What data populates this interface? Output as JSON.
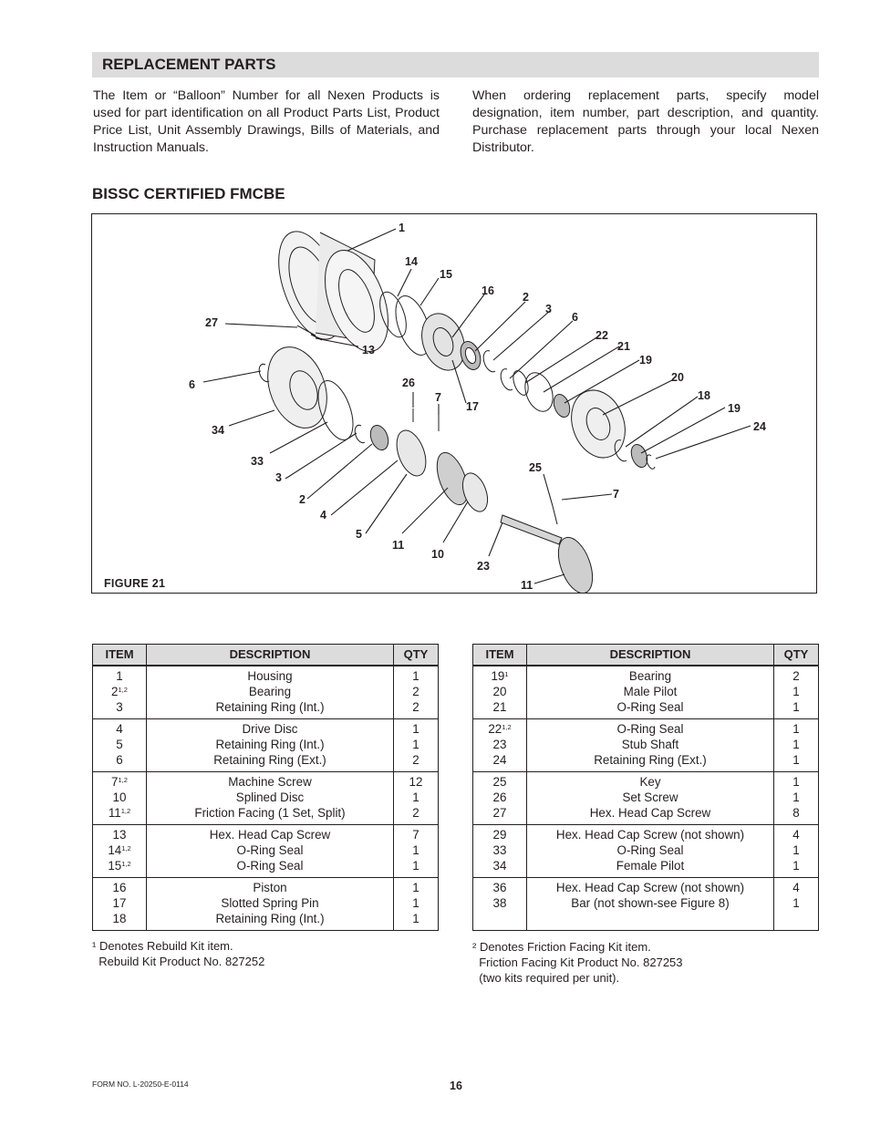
{
  "header": {
    "title": "REPLACEMENT PARTS"
  },
  "intro": {
    "left": "The Item or “Balloon” Number for all Nexen Products is used for part identification on all Product Parts List, Product Price List, Unit Assembly Drawings, Bills of Materials, and Instruction Manuals.",
    "right": "When ordering replacement parts, specify model designation, item number, part description, and quantity.  Purchase replacement parts through your local Nexen Distributor."
  },
  "figure": {
    "title": "BISSC CERTIFIED FMCBE",
    "label": "FIGURE  21",
    "callouts": [
      "1",
      "14",
      "15",
      "16",
      "2",
      "3",
      "6",
      "22",
      "21",
      "19",
      "20",
      "18",
      "19",
      "24",
      "27",
      "13",
      "6",
      "26",
      "7",
      "17",
      "34",
      "33",
      "3",
      "2",
      "4",
      "5",
      "11",
      "10",
      "25",
      "7",
      "23",
      "11"
    ]
  },
  "tables": {
    "headers": {
      "item": "ITEM",
      "description": "DESCRIPTION",
      "qty": "QTY"
    },
    "left": [
      {
        "items": [
          [
            "1",
            ""
          ],
          [
            "2",
            "1,2"
          ],
          [
            "3",
            ""
          ]
        ],
        "desc": [
          "Housing",
          "Bearing",
          "Retaining Ring (Int.)"
        ],
        "qty": [
          "1",
          "2",
          "2"
        ]
      },
      {
        "items": [
          [
            "4",
            ""
          ],
          [
            "5",
            ""
          ],
          [
            "6",
            ""
          ]
        ],
        "desc": [
          "Drive Disc",
          "Retaining Ring (Int.)",
          "Retaining Ring (Ext.)"
        ],
        "qty": [
          "1",
          "1",
          "2"
        ]
      },
      {
        "items": [
          [
            "7",
            "1,2"
          ],
          [
            "10",
            ""
          ],
          [
            "11",
            "1,2"
          ]
        ],
        "desc": [
          "Machine Screw",
          "Splined Disc",
          "Friction Facing (1 Set, Split)"
        ],
        "qty": [
          "12",
          "1",
          "2"
        ]
      },
      {
        "items": [
          [
            "13",
            ""
          ],
          [
            "14",
            "1,2"
          ],
          [
            "15",
            "1,2"
          ]
        ],
        "desc": [
          "Hex. Head Cap Screw",
          "O-Ring Seal",
          "O-Ring Seal"
        ],
        "qty": [
          "7",
          "1",
          "1"
        ]
      },
      {
        "items": [
          [
            "16",
            ""
          ],
          [
            "17",
            ""
          ],
          [
            "18",
            ""
          ]
        ],
        "desc": [
          "Piston",
          "Slotted Spring Pin",
          "Retaining Ring (Int.)"
        ],
        "qty": [
          "1",
          "1",
          "1"
        ]
      }
    ],
    "right": [
      {
        "items": [
          [
            "19",
            "1"
          ],
          [
            "20",
            ""
          ],
          [
            "21",
            ""
          ]
        ],
        "desc": [
          "Bearing",
          "Male Pilot",
          "O-Ring Seal"
        ],
        "qty": [
          "2",
          "1",
          "1"
        ]
      },
      {
        "items": [
          [
            "22",
            "1,2"
          ],
          [
            "23",
            ""
          ],
          [
            "24",
            ""
          ]
        ],
        "desc": [
          "O-Ring Seal",
          "Stub Shaft",
          "Retaining Ring (Ext.)"
        ],
        "qty": [
          "1",
          "1",
          "1"
        ]
      },
      {
        "items": [
          [
            "25",
            ""
          ],
          [
            "26",
            ""
          ],
          [
            "27",
            ""
          ]
        ],
        "desc": [
          "Key",
          "Set Screw",
          "Hex. Head Cap Screw"
        ],
        "qty": [
          "1",
          "1",
          "8"
        ]
      },
      {
        "items": [
          [
            "29",
            ""
          ],
          [
            "33",
            ""
          ],
          [
            "34",
            ""
          ]
        ],
        "desc": [
          "Hex. Head Cap Screw (not shown)",
          "O-Ring Seal",
          "Female Pilot"
        ],
        "qty": [
          "4",
          "1",
          "1"
        ]
      },
      {
        "items": [
          [
            "36",
            ""
          ],
          [
            "38",
            ""
          ]
        ],
        "desc": [
          "Hex. Head Cap Screw (not shown)",
          "Bar (not shown-see Figure 8)"
        ],
        "qty": [
          "4",
          "1"
        ]
      }
    ]
  },
  "footnotes": {
    "left": [
      "¹ Denotes Rebuild Kit item.",
      "  Rebuild Kit Product No. 827252"
    ],
    "right": [
      "² Denotes Friction Facing Kit item.",
      "  Friction Facing Kit Product No. 827253",
      "  (two kits required per unit)."
    ]
  },
  "footer": {
    "form_no": "FORM NO. L-20250-E-0114",
    "page": "16"
  }
}
